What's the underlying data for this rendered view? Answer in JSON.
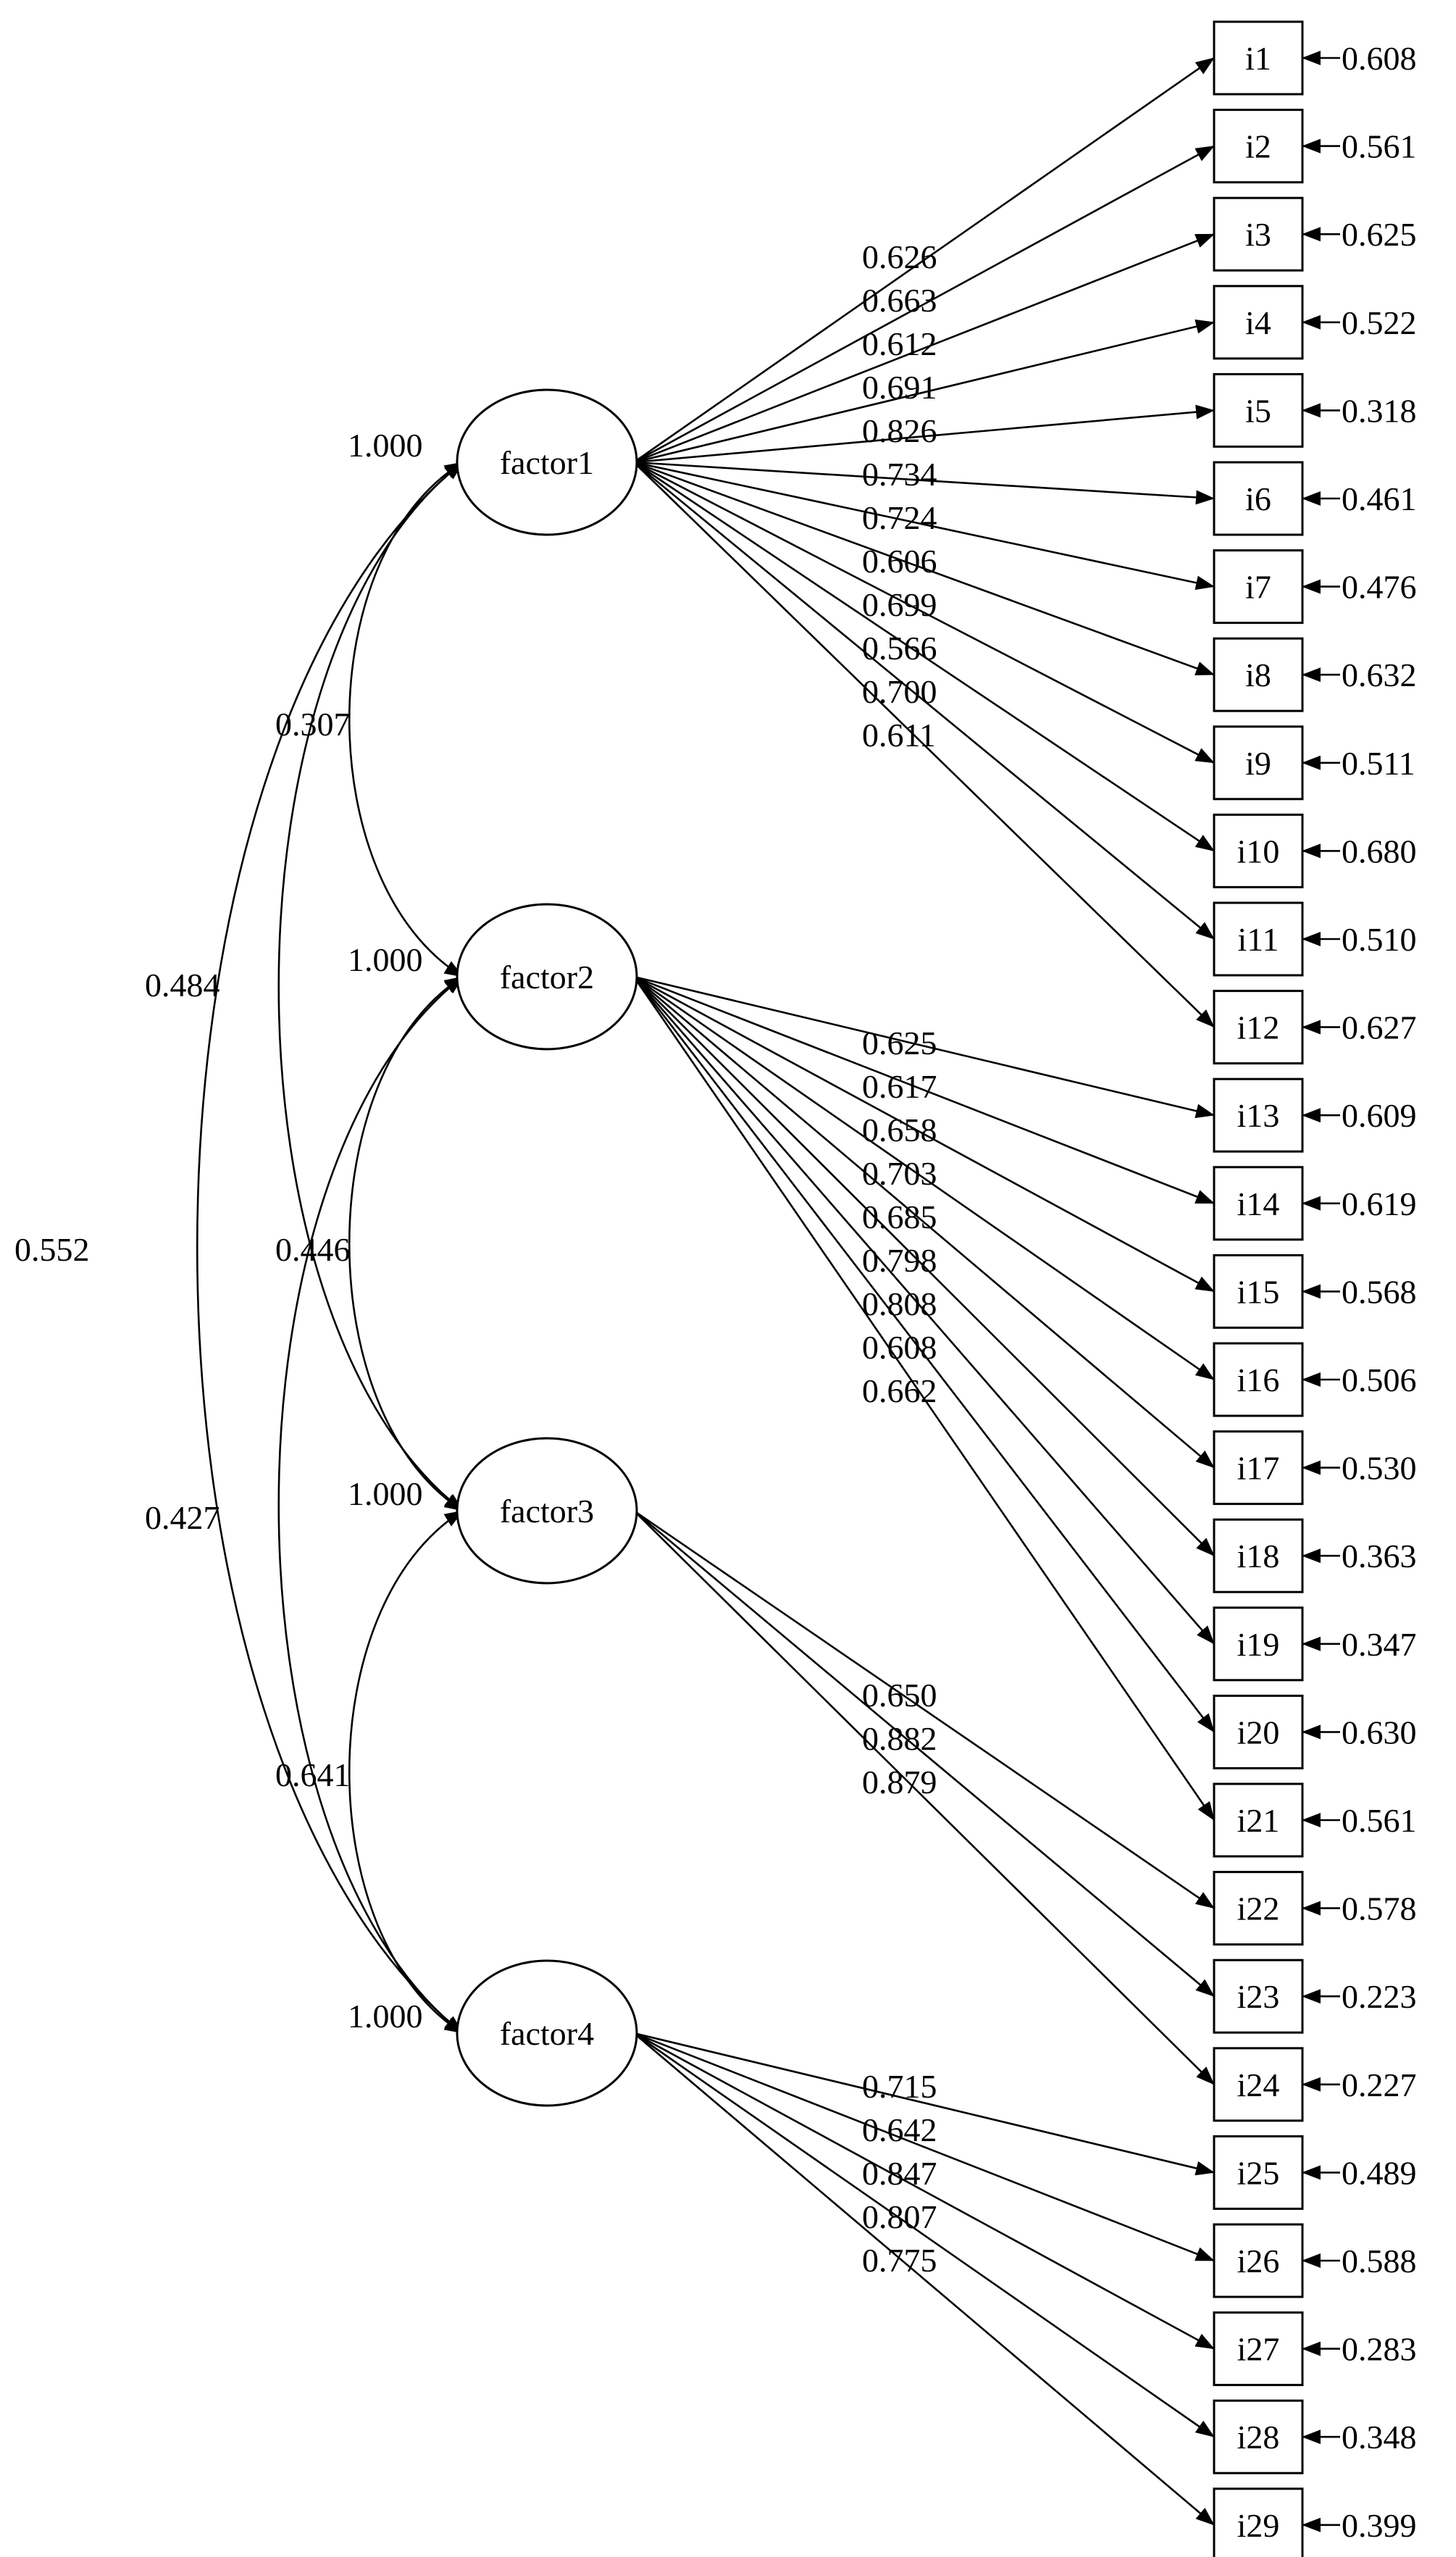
{
  "factors": [
    {
      "name": "factor1",
      "variance": "1.000",
      "items": [
        {
          "name": "i1",
          "loading": "0.626",
          "residual": "0.608"
        },
        {
          "name": "i2",
          "loading": "0.663",
          "residual": "0.561"
        },
        {
          "name": "i3",
          "loading": "0.612",
          "residual": "0.625"
        },
        {
          "name": "i4",
          "loading": "0.691",
          "residual": "0.522"
        },
        {
          "name": "i5",
          "loading": "0.826",
          "residual": "0.318"
        },
        {
          "name": "i6",
          "loading": "0.734",
          "residual": "0.461"
        },
        {
          "name": "i7",
          "loading": "0.724",
          "residual": "0.476"
        },
        {
          "name": "i8",
          "loading": "0.606",
          "residual": "0.632"
        },
        {
          "name": "i9",
          "loading": "0.699",
          "residual": "0.511"
        },
        {
          "name": "i10",
          "loading": "0.566",
          "residual": "0.680"
        },
        {
          "name": "i11",
          "loading": "0.700",
          "residual": "0.510"
        },
        {
          "name": "i12",
          "loading": "0.611",
          "residual": "0.627"
        }
      ]
    },
    {
      "name": "factor2",
      "variance": "1.000",
      "items": [
        {
          "name": "i13",
          "loading": "0.625",
          "residual": "0.609"
        },
        {
          "name": "i14",
          "loading": "0.617",
          "residual": "0.619"
        },
        {
          "name": "i15",
          "loading": "0.658",
          "residual": "0.568"
        },
        {
          "name": "i16",
          "loading": "0.703",
          "residual": "0.506"
        },
        {
          "name": "i17",
          "loading": "0.685",
          "residual": "0.530"
        },
        {
          "name": "i18",
          "loading": "0.798",
          "residual": "0.363"
        },
        {
          "name": "i19",
          "loading": "0.808",
          "residual": "0.347"
        },
        {
          "name": "i20",
          "loading": "0.608",
          "residual": "0.630"
        },
        {
          "name": "i21",
          "loading": "0.662",
          "residual": "0.561"
        }
      ]
    },
    {
      "name": "factor3",
      "variance": "1.000",
      "items": [
        {
          "name": "i22",
          "loading": "0.650",
          "residual": "0.578"
        },
        {
          "name": "i23",
          "loading": "0.882",
          "residual": "0.223"
        },
        {
          "name": "i24",
          "loading": "0.879",
          "residual": "0.227"
        }
      ]
    },
    {
      "name": "factor4",
      "variance": "1.000",
      "items": [
        {
          "name": "i25",
          "loading": "0.715",
          "residual": "0.489"
        },
        {
          "name": "i26",
          "loading": "0.642",
          "residual": "0.588"
        },
        {
          "name": "i27",
          "loading": "0.847",
          "residual": "0.283"
        },
        {
          "name": "i28",
          "loading": "0.807",
          "residual": "0.348"
        },
        {
          "name": "i29",
          "loading": "0.775",
          "residual": "0.399"
        }
      ]
    }
  ],
  "covariances": [
    {
      "from": "factor1",
      "to": "factor2",
      "value": "0.307"
    },
    {
      "from": "factor1",
      "to": "factor3",
      "value": "0.484"
    },
    {
      "from": "factor1",
      "to": "factor4",
      "value": "0.552"
    },
    {
      "from": "factor2",
      "to": "factor3",
      "value": "0.446"
    },
    {
      "from": "factor2",
      "to": "factor4",
      "value": "0.427"
    },
    {
      "from": "factor3",
      "to": "factor4",
      "value": "0.641"
    }
  ]
}
